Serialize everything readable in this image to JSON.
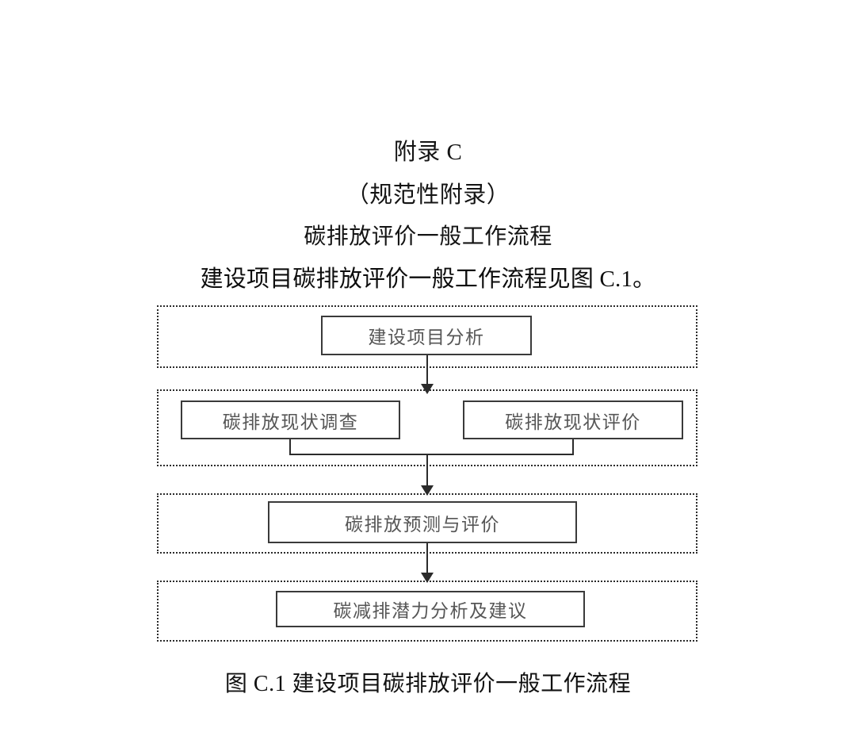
{
  "document": {
    "appendix_title": "附录 C",
    "appendix_subtitle": "（规范性附录）",
    "appendix_section_title": "碳排放评价一般工作流程",
    "body_line": "建设项目碳排放评价一般工作流程见图 C.1。",
    "figure_caption": "图 C.1  建设项目碳排放评价一般工作流程"
  },
  "flowchart": {
    "title": "建设项目碳排放评价一般工作流程",
    "type": "flowchart",
    "direction": "top-to-bottom",
    "stages": [
      {
        "id": "stage-1",
        "boxes": [
          {
            "id": "box-project-analysis",
            "label": "建设项目分析"
          }
        ]
      },
      {
        "id": "stage-2",
        "boxes": [
          {
            "id": "box-status-survey",
            "label": "碳排放现状调查"
          },
          {
            "id": "box-status-eval",
            "label": "碳排放现状评价"
          }
        ]
      },
      {
        "id": "stage-3",
        "boxes": [
          {
            "id": "box-forecast-eval",
            "label": "碳排放预测与评价"
          }
        ]
      },
      {
        "id": "stage-4",
        "boxes": [
          {
            "id": "box-reduction-plan",
            "label": "碳减排潜力分析及建议"
          }
        ]
      }
    ],
    "connectors": [
      {
        "from": "box-project-analysis",
        "to": "stage-2",
        "style": "arrow-down"
      },
      {
        "from": "box-status-survey",
        "to": "merge-bar",
        "style": "line-down"
      },
      {
        "from": "box-status-eval",
        "to": "merge-bar",
        "style": "line-down"
      },
      {
        "from": "merge-bar",
        "to": "stage-3",
        "style": "arrow-down"
      },
      {
        "from": "box-forecast-eval",
        "to": "stage-4",
        "style": "arrow-down"
      }
    ],
    "colors": {
      "page_background": "#ffffff",
      "box_border": "#3a3a3a",
      "box_text": "#565656",
      "group_border": "#2b2b2b",
      "connector": "#2b2b2b",
      "heading_text": "#141414"
    }
  }
}
